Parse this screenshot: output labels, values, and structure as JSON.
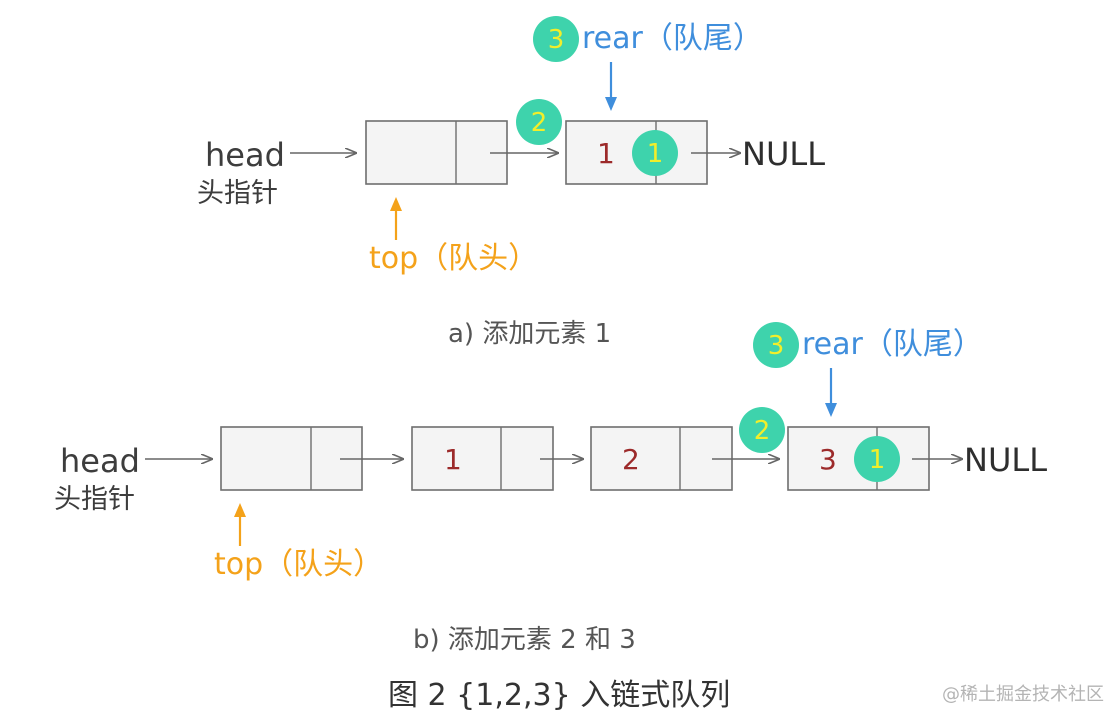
{
  "colors": {
    "orange": "#f4a21a",
    "blue": "#3f8edc",
    "badge_fill": "#3ed3ac",
    "badge_text": "#f2ee2a",
    "value_text": "#9c2a2a"
  },
  "diagram_a": {
    "head_label": "head",
    "head_label_cn": "头指针",
    "top_label": "top（队头）",
    "rear_label": "rear（队尾）",
    "node_value": "1",
    "null_label": "NULL",
    "step_badges": [
      "1",
      "2",
      "3"
    ],
    "caption": "a) 添加元素 1"
  },
  "diagram_b": {
    "head_label": "head",
    "head_label_cn": "头指针",
    "top_label": "top（队头）",
    "rear_label": "rear（队尾）",
    "node_values": [
      "1",
      "2",
      "3"
    ],
    "null_label": "NULL",
    "step_badges": [
      "1",
      "2",
      "3"
    ],
    "caption": "b) 添加元素 2 和 3"
  },
  "figure_caption": "图 2 {1,2,3} 入链式队列",
  "watermark": "@稀土掘金技术社区"
}
